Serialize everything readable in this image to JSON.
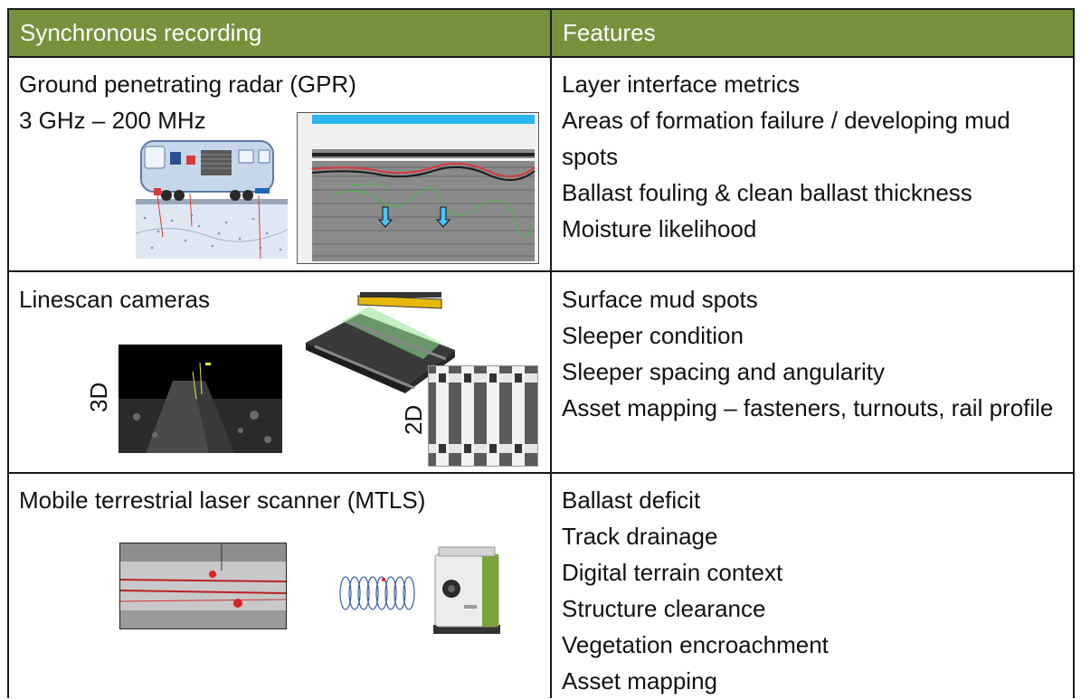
{
  "header": {
    "col1": "Synchronous recording",
    "col2": "Features",
    "bg_color": "#76923c"
  },
  "rows": [
    {
      "title": "Ground penetrating radar (GPR)",
      "subtitle": "3 GHz – 200 MHz",
      "features": [
        "Layer interface metrics",
        "Areas of formation failure / developing mud spots",
        "Ballast fouling & clean ballast thickness",
        "Moisture likelihood"
      ]
    },
    {
      "title": "Linescan cameras",
      "label_3d": "3D",
      "label_2d": "2D",
      "features": [
        "Surface mud spots",
        "Sleeper condition",
        "Sleeper spacing and angularity",
        "Asset mapping – fasteners, turnouts, rail profile"
      ]
    },
    {
      "title": "Mobile terrestrial laser scanner (MTLS)",
      "features": [
        "Ballast deficit",
        "Track drainage",
        "Digital terrain context",
        "Structure clearance",
        "Vegetation encroachment",
        "Asset mapping"
      ]
    }
  ]
}
